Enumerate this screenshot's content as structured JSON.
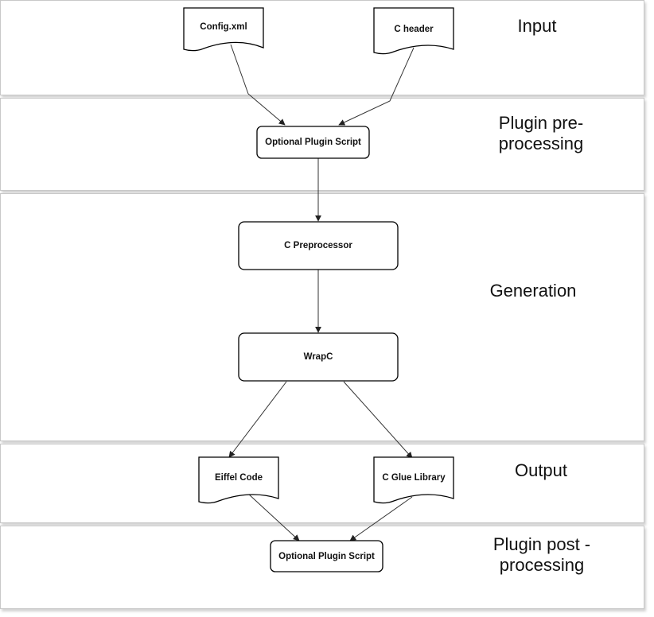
{
  "lanes": [
    {
      "id": "input",
      "label": "Input"
    },
    {
      "id": "plugin-pre",
      "label_line1": "Plugin pre-",
      "label_line2": "processing"
    },
    {
      "id": "generation",
      "label": "Generation"
    },
    {
      "id": "output",
      "label": "Output"
    },
    {
      "id": "plugin-post",
      "label_line1": "Plugin post -",
      "label_line2": "processing"
    }
  ],
  "nodes": {
    "config_xml": "Config.xml",
    "c_header": "C header",
    "plugin_script_pre": "Optional Plugin Script",
    "c_preprocessor": "C Preprocessor",
    "wrapc": "WrapC",
    "eiffel_code": "Eiffel Code",
    "c_glue_library": "C Glue Library",
    "plugin_script_post": "Optional Plugin Script"
  },
  "edges": [
    {
      "from": "Config.xml",
      "to": "Optional Plugin Script"
    },
    {
      "from": "C header",
      "to": "Optional Plugin Script"
    },
    {
      "from": "Optional Plugin Script",
      "to": "C Preprocessor"
    },
    {
      "from": "C Preprocessor",
      "to": "WrapC"
    },
    {
      "from": "WrapC",
      "to": "Eiffel Code"
    },
    {
      "from": "WrapC",
      "to": "C Glue Library"
    },
    {
      "from": "Eiffel Code",
      "to": "Optional Plugin Script"
    },
    {
      "from": "C Glue Library",
      "to": "Optional Plugin Script"
    }
  ]
}
